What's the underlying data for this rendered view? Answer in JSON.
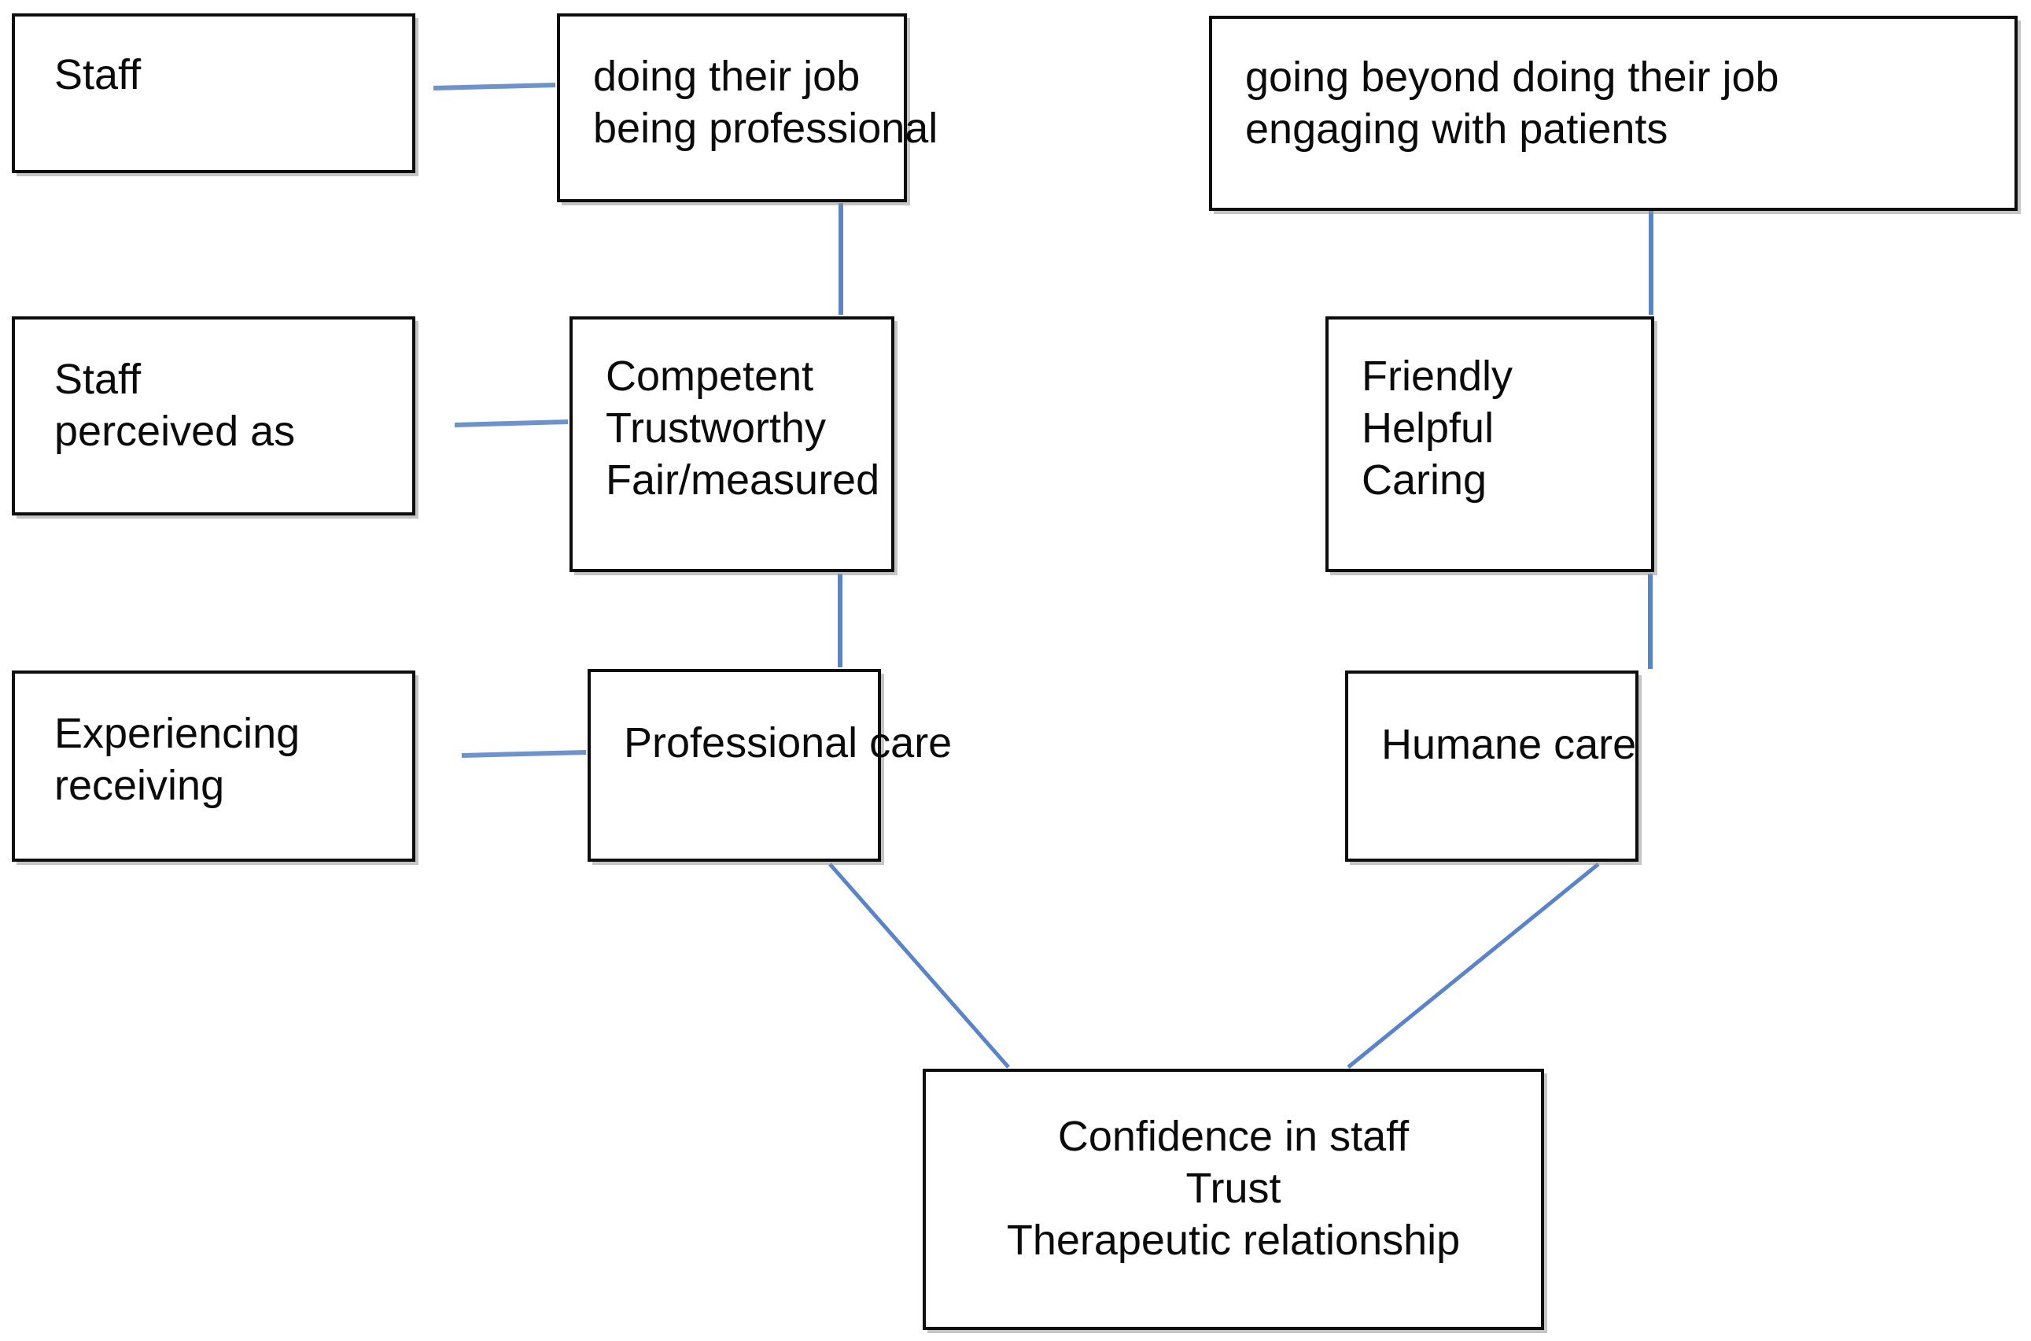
{
  "diagram": {
    "title": "Model of professional and humane care leading to trust",
    "line_color": "#5b84c8",
    "box_border_color": "#0d0d0d",
    "background_color": "#ffffff",
    "nodes": {
      "staff": {
        "lines": [
          "Staff"
        ]
      },
      "doing_job": {
        "lines": [
          "doing their job",
          "being professional"
        ]
      },
      "going_beyond": {
        "lines": [
          "going beyond doing their job",
          "engaging with patients"
        ]
      },
      "staff_perceived": {
        "lines": [
          "Staff",
          "perceived as"
        ]
      },
      "competent": {
        "lines": [
          "Competent",
          "Trustworthy",
          "Fair/measured"
        ]
      },
      "friendly": {
        "lines": [
          "Friendly",
          "Helpful",
          "Caring"
        ]
      },
      "experiencing": {
        "lines": [
          "Experiencing",
          "receiving"
        ]
      },
      "professional_care": {
        "lines": [
          "Professional care"
        ]
      },
      "humane_care": {
        "lines": [
          "Humane care"
        ]
      },
      "confidence": {
        "lines": [
          "Confidence in staff",
          "Trust",
          "Therapeutic relationship"
        ]
      }
    },
    "edges": [
      {
        "from": "staff",
        "to": "doing_job",
        "style": "horizontal"
      },
      {
        "from": "staff_perceived",
        "to": "competent",
        "style": "horizontal"
      },
      {
        "from": "experiencing",
        "to": "professional_care",
        "style": "horizontal"
      },
      {
        "from": "doing_job",
        "to": "competent",
        "style": "vertical"
      },
      {
        "from": "going_beyond",
        "to": "friendly",
        "style": "vertical"
      },
      {
        "from": "competent",
        "to": "professional_care",
        "style": "vertical"
      },
      {
        "from": "friendly",
        "to": "humane_care",
        "style": "vertical"
      },
      {
        "from": "professional_care",
        "to": "confidence",
        "style": "diagonal"
      },
      {
        "from": "humane_care",
        "to": "confidence",
        "style": "diagonal"
      }
    ]
  }
}
